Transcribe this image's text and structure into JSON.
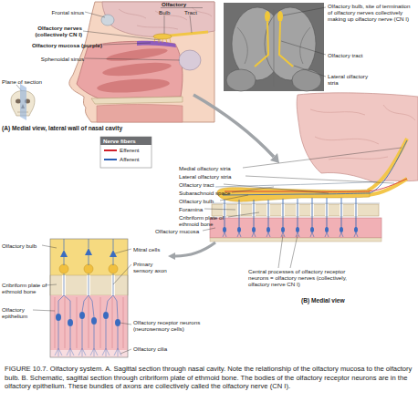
{
  "diagram": {
    "caption": "FIGURE 10.7. Olfactory system. A. Sagittal section through nasal cavity. Note the relationship of the olfactory mucosa to the olfactory bulb. B. Schematic, sagittal section through cribriform plate of ethmoid bone. The bodies of the olfactory receptor neurons are in the olfactory epithelium. These bundles of axons are collectively called the olfactory nerve (CN I).",
    "labels": [
      "Frontal sinus",
      "Olfactory",
      "Bulb",
      "Tract",
      "Olfactory nerves (collectively CN I)",
      "Olfactory mucosa (purple)",
      "Sphenoidal sinus",
      "Plane of section",
      "(A) Medial view, lateral wall of nasal cavity",
      "Olfactory bulb, site of termination of olfactory nerves collectively making up olfactory nerve (CN I)",
      "Olfactory tract",
      "Lateral olfactory stria",
      "Nerve fibers",
      "Medial olfactory stria",
      "Lateral olfactory stria",
      "Olfactory tract",
      "Subarachnoid space",
      "Olfactory bulb",
      "Foramina",
      "Cribriform plate of ethmoid bone",
      "Olfactory mucosa",
      "Central processes of olfactory receptor neurons = olfactory nerves (collectively, olfactory nerve CN I)",
      "(B) Medial view",
      "Olfactory bulb",
      "Cribriform plate of ethmoid bone",
      "Olfactory epithelium",
      "Mitral cells",
      "Primary sensory axon",
      "Olfactory receptor neurons (neurosensory cells)",
      "Olfactory cilia"
    ],
    "legend": [
      {
        "text": "Efferent",
        "color": "#d0202a"
      },
      {
        "text": "Afferent",
        "color": "#2b5fb4"
      }
    ]
  }
}
